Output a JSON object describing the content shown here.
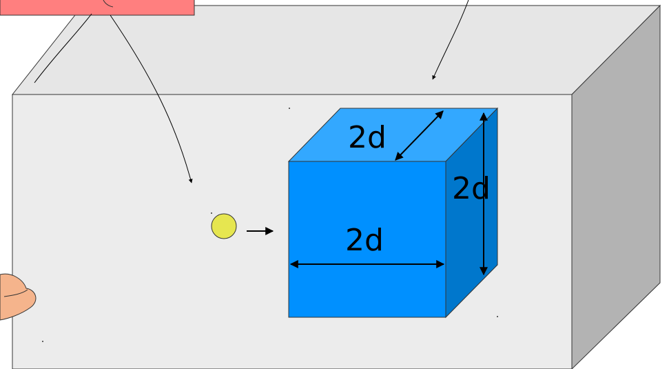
{
  "dimensions": {
    "depth_label": "2d",
    "height_label": "2d",
    "width_label": "2d"
  },
  "colors": {
    "outer_box_front": "#ececec",
    "outer_box_top": "#e6e6e6",
    "outer_box_side": "#b3b3b3",
    "cube_front": "#0090ff",
    "cube_top": "#33a8ff",
    "cube_side": "#0077cc",
    "particle": "#e6e650",
    "callout_box": "#ff7f7f",
    "hand": "#f5b48c"
  }
}
